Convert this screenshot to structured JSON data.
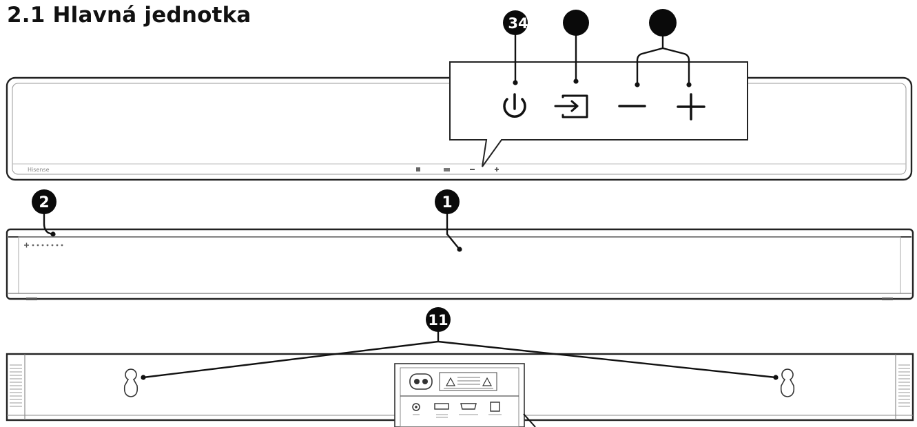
{
  "heading": "2.1 Hlavná jednotka",
  "brand": "Hisense",
  "markers": {
    "marker_1": "1",
    "marker_2": "2",
    "marker_34": "34",
    "marker_11": "11"
  }
}
